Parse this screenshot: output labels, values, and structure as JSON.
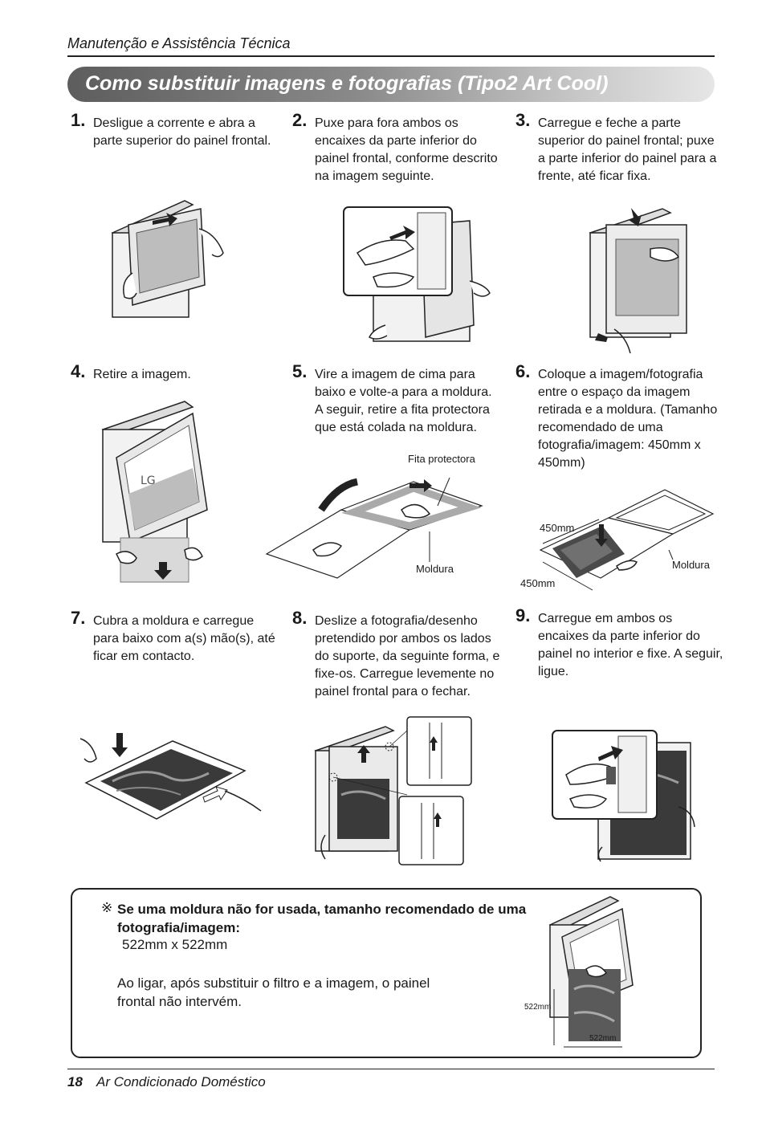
{
  "header": {
    "section": "Manutenção e Assistência Técnica"
  },
  "banner": {
    "title": "Como substituir imagens e fotografias (Tipo2 Art Cool)"
  },
  "steps": [
    {
      "number": "1.",
      "text": "Desligue a corrente e abra a parte superior do painel frontal."
    },
    {
      "number": "2.",
      "text": "Puxe para fora ambos os encaixes da parte inferior do painel frontal, conforme descrito na imagem seguinte."
    },
    {
      "number": "3.",
      "text": "Carregue e feche a parte superior do painel frontal; puxe a parte inferior do painel para a frente, até ficar fixa."
    },
    {
      "number": "4.",
      "text": "Retire a imagem."
    },
    {
      "number": "5.",
      "text": "Vire a imagem de cima para baixo e volte-a para a moldura. A seguir, retire a fita protectora que está colada na moldura."
    },
    {
      "number": "6.",
      "text": "Coloque a imagem/fotografia entre o espaço da imagem retirada e a moldura. (Tamanho recomendado de uma fotografia/imagem: 450mm x 450mm)"
    },
    {
      "number": "7.",
      "text": "Cubra a moldura e carregue para baixo com a(s) mão(s), até ficar em contacto."
    },
    {
      "number": "8.",
      "text": "Deslize a fotografia/desenho pretendido por ambos os lados do suporte, da seguinte forma, e fixe-os. Carregue levemente no painel frontal para o fechar."
    },
    {
      "number": "9.",
      "text": "Carregue em ambos os encaixes da parte inferior do painel no interior e fixe. A seguir, ligue."
    }
  ],
  "figure_labels": {
    "tape": "Fita protectora",
    "frame5": "Moldura",
    "frame6": "Moldura",
    "size6_top": "450mm",
    "size6_side": "450mm",
    "note_h": "522mm",
    "note_w": "522mm"
  },
  "note": {
    "mark": "※",
    "heading": "Se uma moldura não for usada, tamanho recomendado de uma fotografia/imagem:",
    "size": "522mm x 522mm",
    "body": "Ao ligar, após substituir o filtro e a imagem, o painel frontal não intervém."
  },
  "footer": {
    "page": "18",
    "title": "Ar Condicionado Doméstico"
  }
}
